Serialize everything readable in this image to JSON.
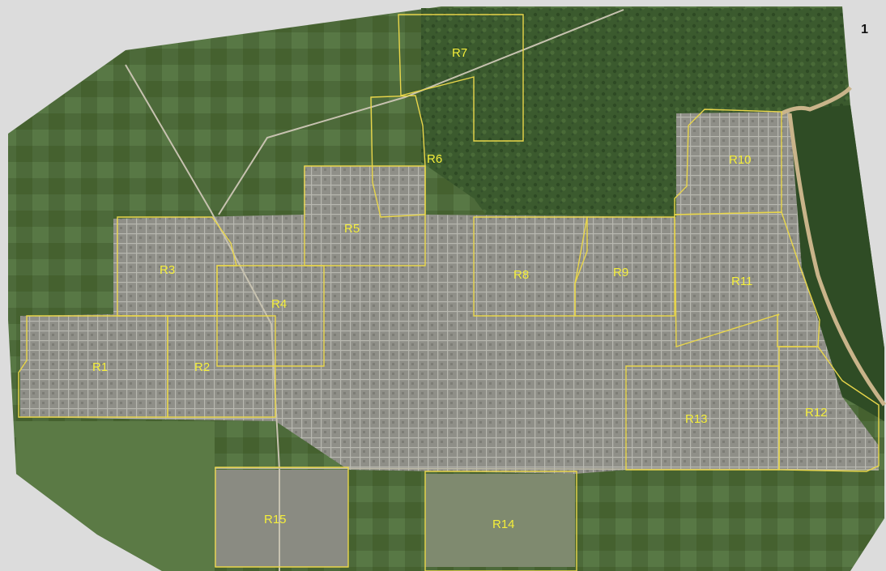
{
  "figure": {
    "number": "1"
  },
  "colors": {
    "boundary": "#e9d64a",
    "label": "#f4ee3a",
    "canvas_mask": "#dcdcdc",
    "vegetation": "#3b5a2e",
    "urban": "#9a9a92",
    "river": "#c9b48a"
  },
  "regions": [
    {
      "id": "R1",
      "label": "R1"
    },
    {
      "id": "R2",
      "label": "R2"
    },
    {
      "id": "R3",
      "label": "R3"
    },
    {
      "id": "R4",
      "label": "R4"
    },
    {
      "id": "R5",
      "label": "R5"
    },
    {
      "id": "R6",
      "label": "R6"
    },
    {
      "id": "R7",
      "label": "R7"
    },
    {
      "id": "R8",
      "label": "R8"
    },
    {
      "id": "R9",
      "label": "R9"
    },
    {
      "id": "R10",
      "label": "R10"
    },
    {
      "id": "R11",
      "label": "R11"
    },
    {
      "id": "R12",
      "label": "R12"
    },
    {
      "id": "R13",
      "label": "R13"
    },
    {
      "id": "R14",
      "label": "R14"
    },
    {
      "id": "R15",
      "label": "R15"
    }
  ]
}
